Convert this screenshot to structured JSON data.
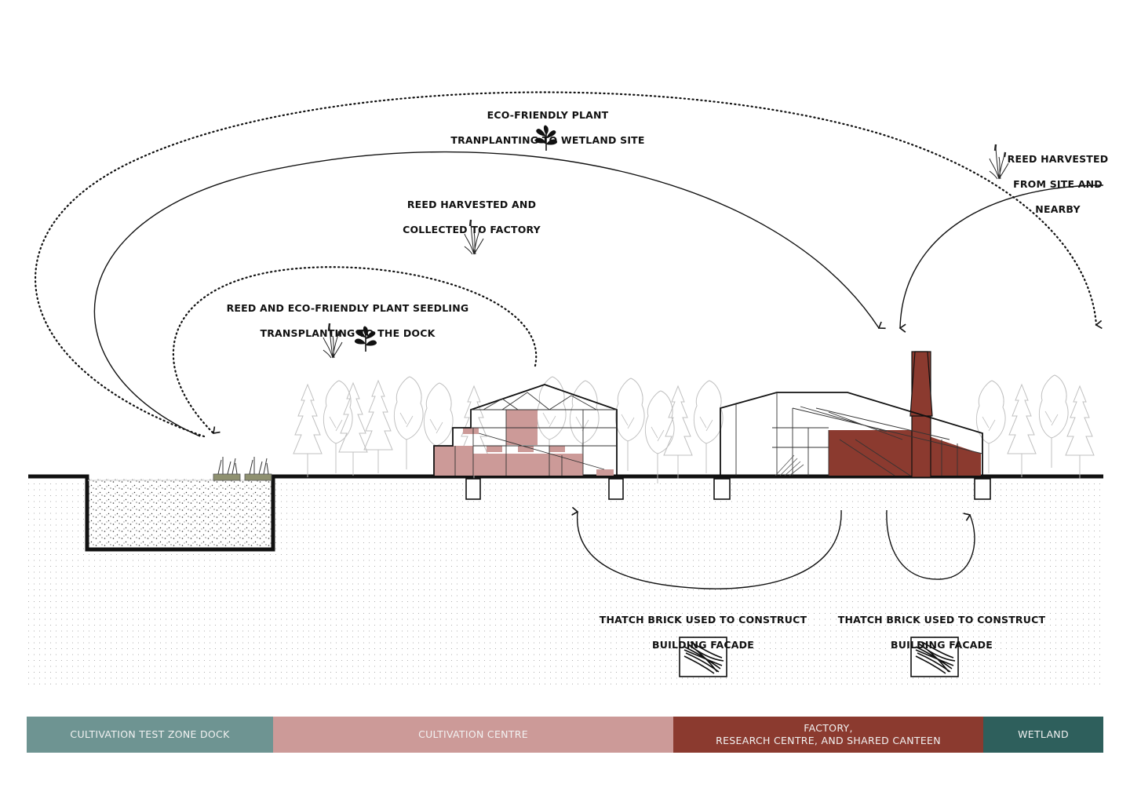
{
  "annotations": {
    "eco_transplant": {
      "line1": "ECO-FRIENDLY PLANT",
      "line2": "TRANPLANTING TO WETLAND SITE"
    },
    "reed_site": {
      "line1": "REED HARVESTED",
      "line2": "FROM SITE AND",
      "line3": "NEARBY"
    },
    "reed_factory": {
      "line1": "REED HARVESTED AND",
      "line2": "COLLECTED TO FACTORY"
    },
    "seedling_dock": {
      "line1": "REED AND ECO-FRIENDLY PLANT SEEDLING",
      "line2": "TRANSPLANTING TO THE DOCK"
    },
    "thatch_left": {
      "line1": "THATCH BRICK USED TO CONSTRUCT",
      "line2": "BUILDING FACADE"
    },
    "thatch_right": {
      "line1": "THATCH BRICK USED TO CONSTRUCT",
      "line2": "BUILDING FACADE"
    }
  },
  "legend": {
    "dock": {
      "label": "CULTIVATION TEST ZONE DOCK",
      "color": "#6e9492"
    },
    "centre": {
      "label": "CULTIVATION CENTRE",
      "color": "#cc9a98"
    },
    "factory": {
      "line1": "FACTORY,",
      "line2": "RESEARCH CENTRE, AND SHARED CANTEEN",
      "color": "#8b3a2f"
    },
    "wetland": {
      "label": "WETLAND",
      "color": "#2e5f5c"
    }
  },
  "icons": [
    "leaf-plant-icon",
    "reed-icon",
    "thatch-brick-icon"
  ]
}
